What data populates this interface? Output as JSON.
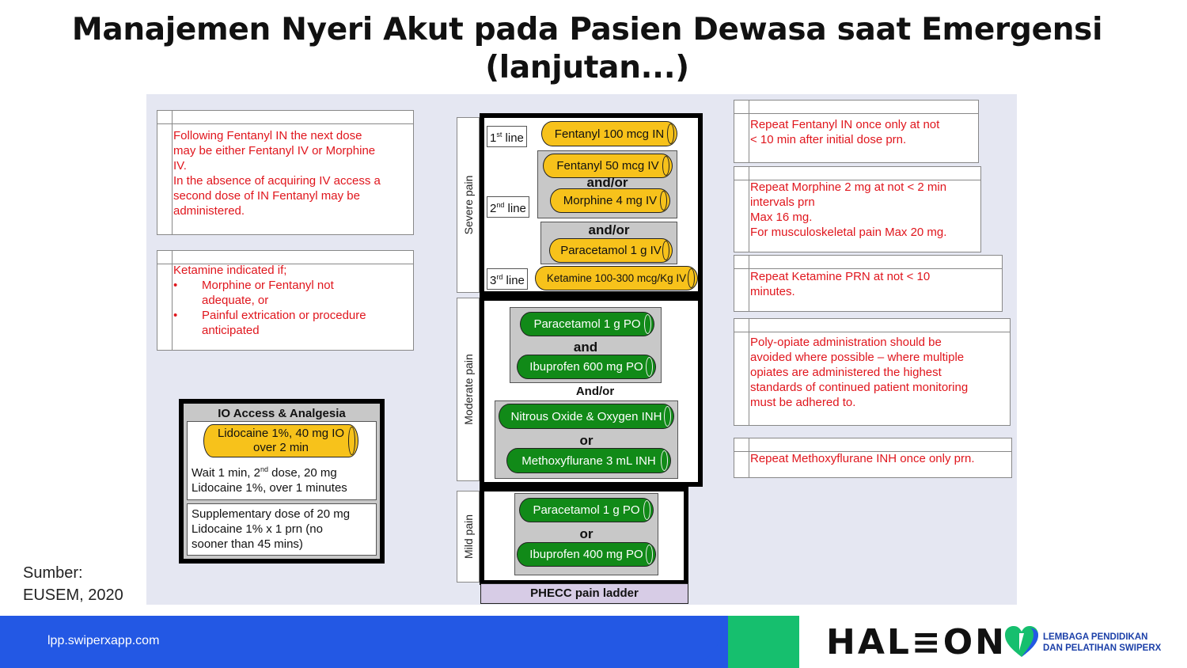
{
  "title_line1": "Manajemen Nyeri Akut pada Pasien Dewasa saat Emergensi",
  "title_line2": "(lanjutan...)",
  "source": {
    "line1": "Sumber:",
    "line2": "EUSEM, 2020"
  },
  "left_notes": {
    "fentanyl_note": [
      "Following Fentanyl IN the next dose",
      "may be either Fentanyl IV or Morphine",
      "IV.",
      "In the absence of acquiring IV access a",
      "second dose of IN Fentanyl may be",
      "administered."
    ],
    "ketamine_title": "Ketamine indicated if;",
    "ketamine_bullets": [
      "Morphine or Fentanyl not adequate, or",
      "Painful extrication or procedure anticipated"
    ]
  },
  "io_box": {
    "title": "IO Access & Analgesia",
    "lidocaine_pill": [
      "Lidocaine 1%, 40 mg IO",
      "over 2 min"
    ],
    "wait_text_a": "Wait 1 min, 2",
    "wait_sup": "nd",
    "wait_text_b": " dose, 20 mg",
    "wait_line2": "Lidocaine 1%, over 1 minutes",
    "supp": [
      "Supplementary dose of 20 mg",
      "Lidocaine 1% x 1 prn (no",
      "sooner than 45 mins)"
    ]
  },
  "ladder": {
    "severe_label": "Severe pain",
    "moderate_label": "Moderate pain",
    "mild_label": "Mild pain",
    "line1": {
      "num": "1",
      "sup": "st",
      "word": " line"
    },
    "line2": {
      "num": "2",
      "sup": "nd",
      "word": " line"
    },
    "line3": {
      "num": "3",
      "sup": "rd",
      "word": " line"
    },
    "fentanyl_in": "Fentanyl 100 mcg IN",
    "fentanyl_iv": "Fentanyl 50 mcg IV",
    "andor_1": "and/or",
    "morphine": "Morphine 4 mg IV",
    "andor_2": "and/or",
    "paracetamol_iv": "Paracetamol 1 g IV",
    "ketamine": "Ketamine 100-300 mcg/Kg IV",
    "paracetamol_po_mod": "Paracetamol 1 g PO",
    "and": "and",
    "ibuprofen_600": "Ibuprofen 600 mg PO",
    "andor_3": "And/or",
    "nitrous": "Nitrous Oxide & Oxygen INH",
    "or_1": "or",
    "methoxy": "Methoxyflurane 3 mL INH",
    "paracetamol_po_mild": "Paracetamol 1 g PO",
    "or_2": "or",
    "ibuprofen_400": "Ibuprofen 400 mg PO",
    "footer": "PHECC pain ladder"
  },
  "right_notes": {
    "fentanyl": [
      "Repeat Fentanyl IN once only at not",
      "< 10 min after initial dose prn."
    ],
    "morphine": [
      "Repeat Morphine 2 mg at not < 2 min",
      "intervals prn",
      "Max 16 mg.",
      "For musculoskeletal pain Max 20 mg."
    ],
    "ketamine": [
      "Repeat Ketamine PRN at not < 10",
      "minutes."
    ],
    "polyopiate": [
      "Poly-opiate administration should be",
      "avoided where possible – where multiple",
      "opiates are administered the highest",
      "standards of continued patient monitoring",
      "must be adhered to."
    ],
    "methoxy": [
      "Repeat Methoxyflurane INH once only prn."
    ]
  },
  "footer": {
    "url": "lpp.swiperxapp.com",
    "brand": "HAL≡ON",
    "lpp_line1": "LEMBAGA PENDIDIKAN",
    "lpp_line2": "DAN PELATIHAN SWIPERX"
  },
  "colors": {
    "note_red": "#e0161d",
    "pill_yellow": "#f7c21b",
    "pill_green": "#118a18",
    "footer_blue": "#2358e4",
    "footer_green": "#16bf6e"
  }
}
